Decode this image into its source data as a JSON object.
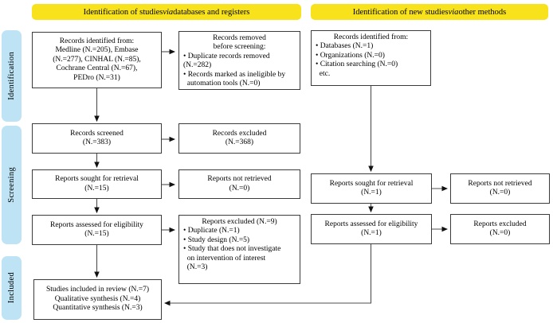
{
  "headers": [
    {
      "pre": "Identification of studies ",
      "via": "via",
      "post": " databases and registers"
    },
    {
      "pre": "Identification of new studies ",
      "via": "via",
      "post": " other methods"
    }
  ],
  "sidebar": {
    "stages": [
      "Identification",
      "Screening",
      "Included"
    ]
  },
  "colors": {
    "header_yellow": "#f7e21b",
    "stage_blue": "#bde3f5",
    "box_border": "#3b3b3b",
    "connector_gray": "#4f4f4f",
    "arrowhead_black": "#111111"
  },
  "boxes": {
    "records_identified_db": {
      "lines": [
        "Records identified from:",
        "Medline (N.=205), Embase",
        "(N.=277), CINHAL (N.=85),",
        "Cochrane Central (N.=67),",
        "PEDro (N.=31)"
      ]
    },
    "records_removed": {
      "title_lines": [
        "Records removed",
        "before screening:"
      ],
      "item_lines": [
        "• Duplicate records removed",
        "(N.=282)",
        "• Records marked as ineligible by",
        "  automation tools (N.=0)"
      ]
    },
    "records_identified_other": {
      "title_lines": [
        "Records identified from:"
      ],
      "item_lines": [
        "• Databases (N.=1)",
        "• Organizations (N.=0)",
        "• Citation searching (N.=0)",
        "  etc."
      ]
    },
    "records_screened": {
      "lines": [
        "Records screened",
        "(N.=383)"
      ]
    },
    "records_excluded": {
      "lines": [
        "Records excluded",
        "(N.=368)"
      ]
    },
    "reports_sought_db": {
      "lines": [
        "Reports sought for retrieval",
        "(N.=15)"
      ]
    },
    "reports_not_retrieved_db": {
      "lines": [
        "Reports not retrieved",
        "(N.=0)"
      ]
    },
    "reports_assessed_db": {
      "lines": [
        "Reports assessed for eligibility",
        "(N.=15)"
      ]
    },
    "reports_excluded_reasons": {
      "title_lines": [
        "Reports excluded (N.=9)"
      ],
      "item_lines": [
        "• Duplicate (N.=1)",
        "• Study design (N.=5)",
        "• Study that does not investigate",
        "  on intervention of interest",
        "  (N.=3)"
      ]
    },
    "reports_sought_other": {
      "lines": [
        "Reports sought for retrieval",
        "(N.=1)"
      ]
    },
    "reports_not_retrieved_other": {
      "lines": [
        "Reports not retrieved",
        "(N.=0)"
      ]
    },
    "reports_assessed_other": {
      "lines": [
        "Reports assessed for eligibility",
        "(N.=1)"
      ]
    },
    "reports_excluded_other": {
      "lines": [
        "Reports excluded",
        "(N.=0)"
      ]
    },
    "studies_included": {
      "lines": [
        "Studies included in review (N.=7)",
        "Qualitative synthesis (N.=4)",
        "Quantitative synthesis (N.=3)"
      ]
    }
  }
}
